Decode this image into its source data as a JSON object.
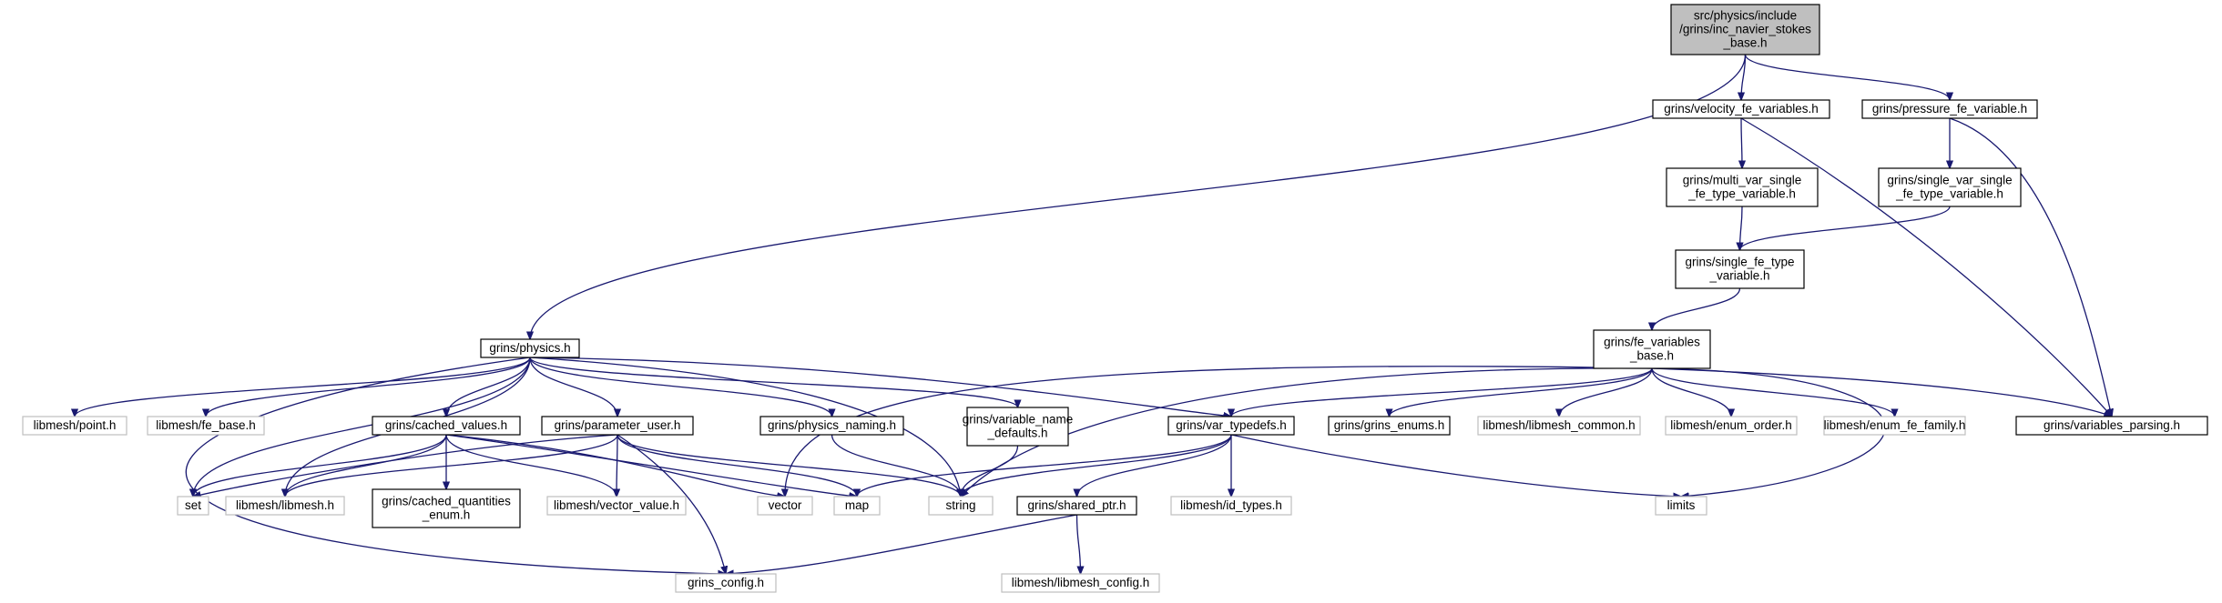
{
  "diagram": {
    "type": "include-dependency-graph",
    "colors": {
      "edge": "#191970",
      "root_fill": "#bfbfbf",
      "node_border": "#000000",
      "external_border": "#bfbfbf"
    },
    "nodes": [
      {
        "id": "root",
        "lines": [
          "src/physics/include",
          "/grins/inc_navier_stokes",
          "_base.h"
        ],
        "kind": "root"
      },
      {
        "id": "velocity",
        "lines": [
          "grins/velocity_fe_variables.h"
        ],
        "kind": "local"
      },
      {
        "id": "pressure",
        "lines": [
          "grins/pressure_fe_variable.h"
        ],
        "kind": "local"
      },
      {
        "id": "multivar",
        "lines": [
          "grins/multi_var_single",
          "_fe_type_variable.h"
        ],
        "kind": "local"
      },
      {
        "id": "singlevar",
        "lines": [
          "grins/single_var_single",
          "_fe_type_variable.h"
        ],
        "kind": "local"
      },
      {
        "id": "singlefe",
        "lines": [
          "grins/single_fe_type",
          "_variable.h"
        ],
        "kind": "local"
      },
      {
        "id": "fevars",
        "lines": [
          "grins/fe_variables",
          "_base.h"
        ],
        "kind": "local"
      },
      {
        "id": "physics",
        "lines": [
          "grins/physics.h"
        ],
        "kind": "local"
      },
      {
        "id": "point",
        "lines": [
          "libmesh/point.h"
        ],
        "kind": "external"
      },
      {
        "id": "febase",
        "lines": [
          "libmesh/fe_base.h"
        ],
        "kind": "external"
      },
      {
        "id": "cached",
        "lines": [
          "grins/cached_values.h"
        ],
        "kind": "local"
      },
      {
        "id": "paramuser",
        "lines": [
          "grins/parameter_user.h"
        ],
        "kind": "local"
      },
      {
        "id": "naming",
        "lines": [
          "grins/physics_naming.h"
        ],
        "kind": "local"
      },
      {
        "id": "varname",
        "lines": [
          "grins/variable_name",
          "_defaults.h"
        ],
        "kind": "local"
      },
      {
        "id": "vartypedefs",
        "lines": [
          "grins/var_typedefs.h"
        ],
        "kind": "local"
      },
      {
        "id": "enums",
        "lines": [
          "grins/grins_enums.h"
        ],
        "kind": "local"
      },
      {
        "id": "lmcommon",
        "lines": [
          "libmesh/libmesh_common.h"
        ],
        "kind": "external"
      },
      {
        "id": "enumorder",
        "lines": [
          "libmesh/enum_order.h"
        ],
        "kind": "external"
      },
      {
        "id": "enumfam",
        "lines": [
          "libmesh/enum_fe_family.h"
        ],
        "kind": "external"
      },
      {
        "id": "varparsing",
        "lines": [
          "grins/variables_parsing.h"
        ],
        "kind": "local"
      },
      {
        "id": "set",
        "lines": [
          "set"
        ],
        "kind": "external"
      },
      {
        "id": "libmesh",
        "lines": [
          "libmesh/libmesh.h"
        ],
        "kind": "external"
      },
      {
        "id": "cqenum",
        "lines": [
          "grins/cached_quantities",
          "_enum.h"
        ],
        "kind": "local"
      },
      {
        "id": "vecval",
        "lines": [
          "libmesh/vector_value.h"
        ],
        "kind": "external"
      },
      {
        "id": "vector",
        "lines": [
          "vector"
        ],
        "kind": "external"
      },
      {
        "id": "map",
        "lines": [
          "map"
        ],
        "kind": "external"
      },
      {
        "id": "string",
        "lines": [
          "string"
        ],
        "kind": "external"
      },
      {
        "id": "idtypes",
        "lines": [
          "libmesh/id_types.h"
        ],
        "kind": "external"
      },
      {
        "id": "limits",
        "lines": [
          "limits"
        ],
        "kind": "external"
      },
      {
        "id": "sharedptr",
        "lines": [
          "grins/shared_ptr.h"
        ],
        "kind": "local"
      },
      {
        "id": "config",
        "lines": [
          "grins_config.h"
        ],
        "kind": "external"
      },
      {
        "id": "lmconfig",
        "lines": [
          "libmesh/libmesh_config.h"
        ],
        "kind": "external"
      }
    ],
    "edges": [
      [
        "root",
        "velocity"
      ],
      [
        "root",
        "pressure"
      ],
      [
        "root",
        "physics"
      ],
      [
        "velocity",
        "multivar"
      ],
      [
        "velocity",
        "varparsing"
      ],
      [
        "pressure",
        "singlevar"
      ],
      [
        "pressure",
        "varparsing"
      ],
      [
        "multivar",
        "singlefe"
      ],
      [
        "singlevar",
        "singlefe"
      ],
      [
        "singlefe",
        "fevars"
      ],
      [
        "fevars",
        "vector"
      ],
      [
        "fevars",
        "string"
      ],
      [
        "fevars",
        "vartypedefs"
      ],
      [
        "fevars",
        "enums"
      ],
      [
        "fevars",
        "lmcommon"
      ],
      [
        "fevars",
        "enumorder"
      ],
      [
        "fevars",
        "enumfam"
      ],
      [
        "fevars",
        "varparsing"
      ],
      [
        "fevars",
        "limits"
      ],
      [
        "physics",
        "point"
      ],
      [
        "physics",
        "febase"
      ],
      [
        "physics",
        "cached"
      ],
      [
        "physics",
        "paramuser"
      ],
      [
        "physics",
        "naming"
      ],
      [
        "physics",
        "varname"
      ],
      [
        "physics",
        "vartypedefs"
      ],
      [
        "physics",
        "set"
      ],
      [
        "physics",
        "libmesh"
      ],
      [
        "physics",
        "string"
      ],
      [
        "physics",
        "config"
      ],
      [
        "cached",
        "set"
      ],
      [
        "cached",
        "libmesh"
      ],
      [
        "cached",
        "cqenum"
      ],
      [
        "cached",
        "vecval"
      ],
      [
        "cached",
        "vector"
      ],
      [
        "cached",
        "map"
      ],
      [
        "paramuser",
        "set"
      ],
      [
        "paramuser",
        "libmesh"
      ],
      [
        "paramuser",
        "vecval"
      ],
      [
        "paramuser",
        "map"
      ],
      [
        "paramuser",
        "string"
      ],
      [
        "paramuser",
        "config"
      ],
      [
        "naming",
        "string"
      ],
      [
        "varname",
        "string"
      ],
      [
        "vartypedefs",
        "map"
      ],
      [
        "vartypedefs",
        "string"
      ],
      [
        "vartypedefs",
        "sharedptr"
      ],
      [
        "vartypedefs",
        "idtypes"
      ],
      [
        "vartypedefs",
        "limits"
      ],
      [
        "sharedptr",
        "config"
      ],
      [
        "sharedptr",
        "lmconfig"
      ]
    ]
  }
}
